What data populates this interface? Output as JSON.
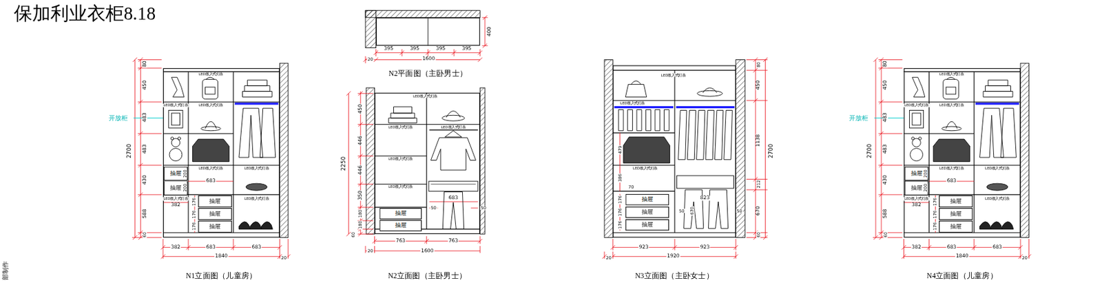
{
  "diagram": {
    "title": "保加利业衣柜8.18",
    "nodes": [
      {
        "text": [
          "N1立面图（儿童房）"
        ]
      },
      {
        "text": [
          "抽屉"
        ],
        "in": 0
      },
      {
        "text": [
          "抽屉"
        ],
        "in": 0
      },
      {
        "text": [
          "抽屉"
        ],
        "in": 0
      },
      {
        "text": [
          "抽屉"
        ],
        "in": 0
      },
      {
        "text": [
          "抽屉"
        ],
        "in": 0
      },
      {
        "text": [
          "N2平面图（主卧男士）"
        ]
      },
      {
        "text": [
          "N2立面图（主卧男士）"
        ]
      },
      {
        "text": [
          "抽屉"
        ],
        "in": 7
      },
      {
        "text": [
          "抽屉"
        ],
        "in": 7
      },
      {
        "text": [
          "N3立面图（主卧女士）"
        ]
      },
      {
        "text": [
          "抽屉"
        ],
        "in": 10
      },
      {
        "text": [
          "抽屉"
        ],
        "in": 10
      },
      {
        "text": [
          "抽屉"
        ],
        "in": 10
      },
      {
        "text": [
          "N4立面图（儿童房）"
        ]
      },
      {
        "text": [
          "抽屉"
        ],
        "in": 14
      },
      {
        "text": [
          "抽屉"
        ],
        "in": 14
      },
      {
        "text": [
          "抽屉"
        ],
        "in": 14
      },
      {
        "text": [
          "抽屉"
        ],
        "in": 14
      },
      {
        "text": [
          "抽屉"
        ],
        "in": 14
      }
    ],
    "labels": [
      "80",
      "450",
      "483",
      "2700",
      "483",
      "430",
      "588",
      "60",
      "382",
      "683",
      "683",
      "1840",
      "20",
      "开放柜",
      "200",
      "200",
      "683",
      "382",
      "176",
      "176",
      "176",
      "LED嵌入式灯条",
      "LED嵌入式灯条",
      "LED嵌入式灯条",
      "LED嵌入式灯条",
      "LED嵌入式灯条",
      "LED嵌入式灯条",
      "LED嵌入式灯条",
      "395",
      "395",
      "395",
      "395",
      "1600",
      "20",
      "400",
      "450",
      "446",
      "446",
      "350",
      "180",
      "180",
      "60",
      "2250",
      "763",
      "763",
      "1600",
      "20",
      "683",
      "50",
      "50",
      "LED嵌入式灯条",
      "LED嵌入式灯条",
      "LED嵌入式灯条",
      "LED嵌入式灯条",
      "LED嵌入式灯条",
      "80",
      "450",
      "1138",
      "212",
      "670",
      "60",
      "2700",
      "923",
      "923",
      "1920",
      "20",
      "479",
      "386",
      "70",
      "176",
      "176",
      "176",
      "823",
      "670",
      "50",
      "50",
      "LED嵌入式灯条",
      "LED嵌入式灯条",
      "LED嵌入式灯条",
      "80",
      "450",
      "483",
      "2700",
      "483",
      "430",
      "588",
      "60",
      "382",
      "683",
      "683",
      "1840",
      "20",
      "开放柜",
      "200",
      "200",
      "683",
      "382",
      "176",
      "176",
      "176",
      "LED嵌入式灯条",
      "LED嵌入式灯条",
      "LED嵌入式灯条",
      "LED嵌入式灯条",
      "LED嵌入式灯条",
      "LED嵌入式灯条",
      "LED嵌入式灯条",
      "部制作"
    ]
  }
}
